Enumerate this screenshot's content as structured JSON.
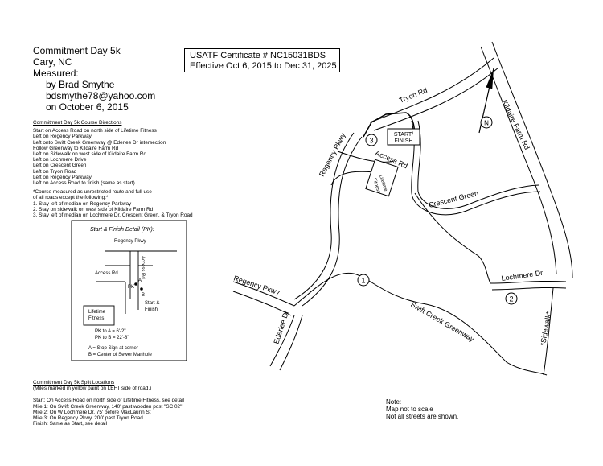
{
  "header": {
    "title": "Commitment Day 5k",
    "location": "Cary, NC",
    "measured_label": "Measured:",
    "measured_by": "by Brad  Smythe",
    "email": "bdsmythe78@yahoo.com",
    "date": "on  October 6, 2015"
  },
  "certificate": {
    "line1": "USATF Certificate  #   NC15031BDS",
    "line2": "Effective  Oct 6, 2015  to  Dec 31, 2025"
  },
  "directions": {
    "title": "Commitment Day 5k Course Directions",
    "steps": [
      "Start on Access Road on north side of Lifetime Fitness",
      "Left on Regency Parkway",
      "Left onto Swift Creek Greenway @    Ederlee Dr intersection",
      "Follow Greenway to Kildaire Farm  Rd",
      "Left on Sidewalk on west side of Kildaire Farm  Rd",
      "Left on Lochmere Drive",
      "Left on Crescent Green",
      "Left on Tryon Road",
      "Left on Regency Parkway",
      "Left on Access Road to finish (same as start)"
    ],
    "notes": [
      "*Course measured as unrestricted route and full use",
      "of all roads except the following:*",
      "1. Stay left of median on Regency Parkway",
      "2. Stay on sidewalk on west side of Kildaire Farm  Rd",
      "3. Stay left of median on Lochmere Dr, Crescent Green, & Tryon  Road"
    ]
  },
  "detail": {
    "title": "Start  &   Finish  Detail (PK):",
    "labels": {
      "regency": "Regency Pkwy",
      "access": "Access Rd",
      "access_v": "Access Rd",
      "pk": "PK",
      "a": "A",
      "b": "B",
      "start_finish_1": "Start &",
      "start_finish_2": "Finish",
      "lifetime_1": "Lifetime",
      "lifetime_2": "Fitness"
    },
    "measurements": [
      "PK  to  A   =    6'-2\"",
      "PK  to  B   =    22'-8\""
    ],
    "legend": [
      "A     =    Stop  Sign  at  corner",
      "B     =    Center of Sewer Manhole"
    ]
  },
  "splits": {
    "title": "Commitment Day 5k Split Locations",
    "subtitle": "(Miles marked in yellow  paint on LEFT side of road.)",
    "lines": [
      "Start: On Access Road on north side of Lifetime Fitness, see detail",
      "Mile  1: On Swift Creek Greenway, 140' past wooden post \"SC  02\"",
      "Mile  2: On W   Lochmere Dr, 75' before MacLaurin  St",
      "Mile  3: On Regency Pkwy, 200' past Tryon  Road",
      "Finish: Same as Start, see detail"
    ]
  },
  "map": {
    "roads": {
      "tryon": "Tryon Rd",
      "kildaire": "Kildaire Farm Rd",
      "regency_main": "Regency Pkwy",
      "regency_left": "Regency Pkwy",
      "access": "Access Rd",
      "crescent": "Crescent Green",
      "lochmere": "Lochmere Dr",
      "swift": "Swift Creek Greenway",
      "ederlee": "Ederlee Dr",
      "sidewalk": "*Sidewalk*"
    },
    "start_finish": [
      "START/",
      "FINISH"
    ],
    "lifetime": [
      "Lifetime",
      "Fitness"
    ],
    "mile_markers": [
      "1",
      "2",
      "3"
    ],
    "north_symbol": "N"
  },
  "footer_note": {
    "label": "Note:",
    "line1": "Map  not  to  scale",
    "line2": "Not all streets are  shown."
  }
}
